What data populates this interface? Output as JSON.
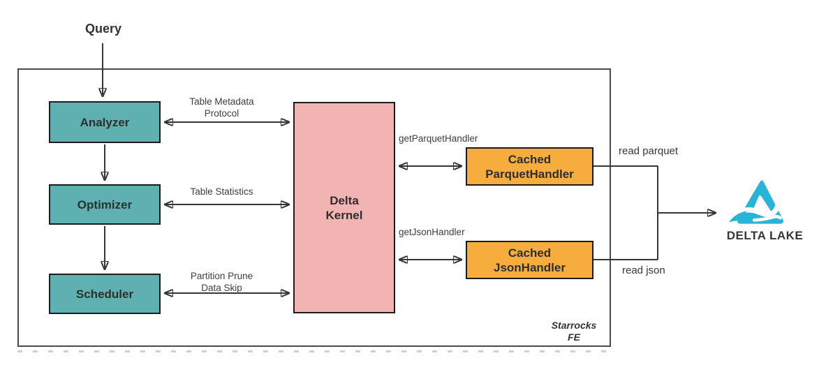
{
  "diagram": {
    "query_label": "Query",
    "container_label": {
      "line1": "Starrocks",
      "line2": "FE"
    },
    "nodes": {
      "analyzer": {
        "label": "Analyzer"
      },
      "optimizer": {
        "label": "Optimizer"
      },
      "scheduler": {
        "label": "Scheduler"
      },
      "delta_kernel": {
        "line1": "Delta",
        "line2": "Kernel"
      },
      "cached_parquet_handler": {
        "line1": "Cached",
        "line2": "ParquetHandler"
      },
      "cached_json_handler": {
        "line1": "Cached",
        "line2": "JsonHandler"
      }
    },
    "edge_labels": {
      "analyzer_kernel": {
        "line1": "Table Metadata",
        "line2": "Protocol"
      },
      "optimizer_kernel": {
        "label": "Table Statistics"
      },
      "scheduler_kernel": {
        "line1": "Partition Prune",
        "line2": "Data Skip"
      },
      "get_parquet_handler": "getParquetHandler",
      "get_json_handler": "getJsonHandler",
      "read_parquet": "read parquet",
      "read_json": "read json"
    },
    "logo": {
      "wordmark": "DELTA LAKE"
    },
    "colors": {
      "teal_node": "#5fb1b1",
      "pink_node": "#f2b3b3",
      "orange_node": "#f6ad3d",
      "connector": "#363636",
      "container_border": "#4a4a4a",
      "logo_cyan": "#27b4d6"
    }
  }
}
